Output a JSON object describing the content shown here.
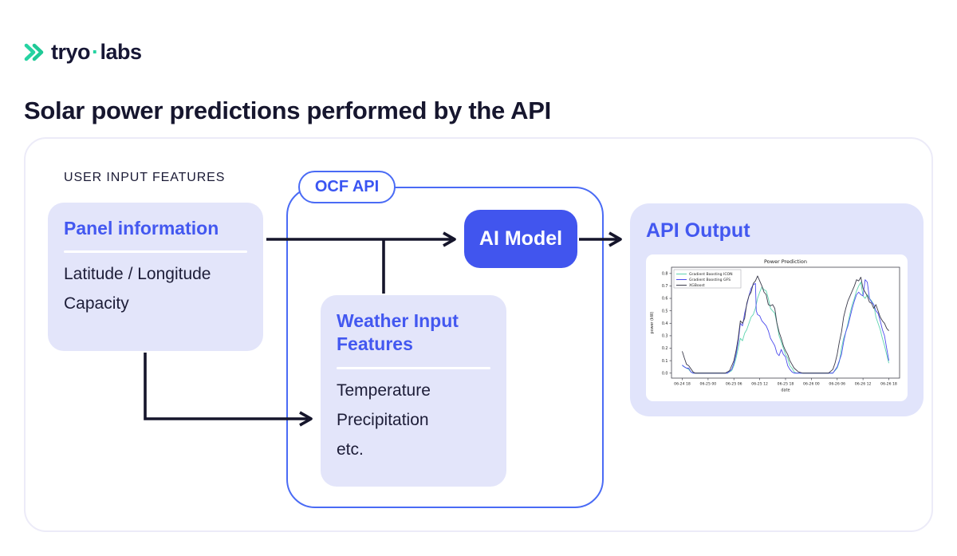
{
  "logo": {
    "part1": "tryo",
    "sep": "·",
    "part2": "labs",
    "icon": "double-chevron-icon"
  },
  "page_title": "Solar power predictions performed by the API",
  "colors": {
    "accent_blue": "#4358f0",
    "ai_model_bg": "#4155ee",
    "card_bg": "#e3e5fa",
    "api_card_bg": "#e1e4fb",
    "outline_blue": "#4a6bf5",
    "dark_text": "#16162e",
    "logo_teal": "#26d3a2",
    "arrow": "#15152b"
  },
  "diagram": {
    "section_label": "USER INPUT FEATURES",
    "panel_card": {
      "title": "Panel information",
      "items": [
        "Latitude / Longitude",
        "Capacity"
      ]
    },
    "ocf_api_label": "OCF API",
    "ai_model_label": "AI Model",
    "weather_card": {
      "title": "Weather Input Features",
      "items": [
        "Temperature",
        "Precipitation",
        "etc."
      ]
    },
    "api_output": {
      "title": "API Output"
    }
  },
  "chart_data": {
    "type": "line",
    "title": "Power Prediction",
    "xlabel": "date",
    "ylabel": "power (kW)",
    "x_tick_labels": [
      "06-24 18",
      "06-25 00",
      "06-25 06",
      "06-25 12",
      "06-25 18",
      "06-26 00",
      "06-26 06",
      "06-26 12",
      "06-26 18"
    ],
    "x_tick_positions": [
      0,
      6,
      12,
      18,
      24,
      30,
      36,
      42,
      48
    ],
    "xlim": [
      -2.5,
      50.5
    ],
    "ylim": [
      -0.04,
      0.85
    ],
    "y_ticks": [
      0.0,
      0.1,
      0.2,
      0.3,
      0.4,
      0.5,
      0.6,
      0.7,
      0.8
    ],
    "grid": false,
    "legend_position": "upper left",
    "series": [
      {
        "name": "Gradient Boosting ICON",
        "color": "#5fd4b0",
        "points": [
          [
            0,
            0.06
          ],
          [
            0.5,
            0.05
          ],
          [
            1,
            0.04
          ],
          [
            1.5,
            0.03
          ],
          [
            2,
            0.01
          ],
          [
            2.5,
            0
          ],
          [
            10.5,
            0
          ],
          [
            11.5,
            0.02
          ],
          [
            12,
            0.06
          ],
          [
            12.5,
            0.12
          ],
          [
            13,
            0.2
          ],
          [
            13.5,
            0.28
          ],
          [
            14,
            0.26
          ],
          [
            14.5,
            0.32
          ],
          [
            15,
            0.35
          ],
          [
            15.5,
            0.4
          ],
          [
            16,
            0.45
          ],
          [
            16.5,
            0.47
          ],
          [
            17,
            0.52
          ],
          [
            17.5,
            0.6
          ],
          [
            18,
            0.65
          ],
          [
            18.5,
            0.69
          ],
          [
            19,
            0.67
          ],
          [
            19.5,
            0.66
          ],
          [
            20,
            0.6
          ],
          [
            20.5,
            0.52
          ],
          [
            21,
            0.5
          ],
          [
            21.5,
            0.48
          ],
          [
            22,
            0.4
          ],
          [
            22.5,
            0.3
          ],
          [
            23,
            0.25
          ],
          [
            23.5,
            0.2
          ],
          [
            24,
            0.15
          ],
          [
            24.5,
            0.12
          ],
          [
            25,
            0.06
          ],
          [
            25.5,
            0.04
          ],
          [
            26,
            0.01
          ],
          [
            26.5,
            0
          ],
          [
            35,
            0
          ],
          [
            36,
            0.04
          ],
          [
            36.5,
            0.09
          ],
          [
            37,
            0.2
          ],
          [
            37.5,
            0.28
          ],
          [
            38,
            0.33
          ],
          [
            38.5,
            0.4
          ],
          [
            39,
            0.48
          ],
          [
            39.5,
            0.55
          ],
          [
            40,
            0.6
          ],
          [
            40.5,
            0.66
          ],
          [
            41,
            0.7
          ],
          [
            41.5,
            0.73
          ],
          [
            42,
            0.62
          ],
          [
            42.5,
            0.6
          ],
          [
            43,
            0.63
          ],
          [
            43.5,
            0.6
          ],
          [
            44,
            0.58
          ],
          [
            44.5,
            0.55
          ],
          [
            45,
            0.45
          ],
          [
            45.5,
            0.4
          ],
          [
            46,
            0.35
          ],
          [
            46.5,
            0.28
          ],
          [
            47,
            0.22
          ],
          [
            47.5,
            0.15
          ],
          [
            48,
            0.08
          ]
        ]
      },
      {
        "name": "Gradient Boosting GFS",
        "color": "#4b4bed",
        "points": [
          [
            0,
            0.065
          ],
          [
            0.5,
            0.05
          ],
          [
            1,
            0.04
          ],
          [
            1.5,
            0.04
          ],
          [
            2,
            0.01
          ],
          [
            2.5,
            0
          ],
          [
            10.5,
            0
          ],
          [
            11.5,
            0.03
          ],
          [
            12,
            0.08
          ],
          [
            12.5,
            0.15
          ],
          [
            13,
            0.25
          ],
          [
            13.5,
            0.4
          ],
          [
            14,
            0.38
          ],
          [
            14.5,
            0.48
          ],
          [
            15,
            0.55
          ],
          [
            15.5,
            0.62
          ],
          [
            16,
            0.68
          ],
          [
            16.5,
            0.71
          ],
          [
            17,
            0.72
          ],
          [
            17.2,
            0.5
          ],
          [
            17.5,
            0.47
          ],
          [
            18,
            0.46
          ],
          [
            18.5,
            0.42
          ],
          [
            19,
            0.4
          ],
          [
            19.5,
            0.38
          ],
          [
            20,
            0.34
          ],
          [
            20.5,
            0.28
          ],
          [
            21,
            0.25
          ],
          [
            21.5,
            0.22
          ],
          [
            22,
            0.16
          ],
          [
            22.5,
            0.14
          ],
          [
            23,
            0.19
          ],
          [
            23.5,
            0.15
          ],
          [
            24,
            0.13
          ],
          [
            24.5,
            0.06
          ],
          [
            25,
            0.03
          ],
          [
            25.5,
            0.01
          ],
          [
            26,
            0
          ],
          [
            35,
            0
          ],
          [
            36,
            0.05
          ],
          [
            36.5,
            0.1
          ],
          [
            37,
            0.15
          ],
          [
            37.5,
            0.25
          ],
          [
            38,
            0.33
          ],
          [
            38.5,
            0.38
          ],
          [
            39,
            0.45
          ],
          [
            39.5,
            0.52
          ],
          [
            40,
            0.58
          ],
          [
            40.5,
            0.63
          ],
          [
            41,
            0.65
          ],
          [
            41.5,
            0.63
          ],
          [
            42,
            0.62
          ],
          [
            42.5,
            0.75
          ],
          [
            43,
            0.73
          ],
          [
            43.5,
            0.6
          ],
          [
            44,
            0.57
          ],
          [
            44.5,
            0.55
          ],
          [
            45,
            0.5
          ],
          [
            45.5,
            0.48
          ],
          [
            46,
            0.42
          ],
          [
            46.5,
            0.35
          ],
          [
            47,
            0.3
          ],
          [
            47.5,
            0.2
          ],
          [
            48,
            0.1
          ]
        ]
      },
      {
        "name": "XGBoost",
        "color": "#3a3a4a",
        "points": [
          [
            0,
            0.175
          ],
          [
            0.5,
            0.12
          ],
          [
            1,
            0.07
          ],
          [
            1.5,
            0.06
          ],
          [
            2.5,
            0.01
          ],
          [
            3,
            0
          ],
          [
            10,
            0
          ],
          [
            11,
            0.02
          ],
          [
            12,
            0.1
          ],
          [
            12.5,
            0.18
          ],
          [
            13,
            0.28
          ],
          [
            13.5,
            0.42
          ],
          [
            14,
            0.4
          ],
          [
            14.5,
            0.44
          ],
          [
            15,
            0.56
          ],
          [
            15.5,
            0.62
          ],
          [
            16,
            0.65
          ],
          [
            16.5,
            0.72
          ],
          [
            17,
            0.74
          ],
          [
            17.5,
            0.78
          ],
          [
            18,
            0.74
          ],
          [
            18.5,
            0.7
          ],
          [
            19,
            0.65
          ],
          [
            19.5,
            0.63
          ],
          [
            20,
            0.55
          ],
          [
            20.5,
            0.54
          ],
          [
            21,
            0.55
          ],
          [
            21.5,
            0.52
          ],
          [
            22,
            0.4
          ],
          [
            22.5,
            0.33
          ],
          [
            23,
            0.28
          ],
          [
            23.5,
            0.22
          ],
          [
            24,
            0.18
          ],
          [
            24.5,
            0.15
          ],
          [
            25,
            0.1
          ],
          [
            25.5,
            0.07
          ],
          [
            26,
            0.04
          ],
          [
            27,
            0.01
          ],
          [
            28,
            0
          ],
          [
            34,
            0
          ],
          [
            35,
            0.03
          ],
          [
            35.5,
            0.08
          ],
          [
            36,
            0.15
          ],
          [
            36.5,
            0.25
          ],
          [
            37,
            0.33
          ],
          [
            37.5,
            0.45
          ],
          [
            38,
            0.52
          ],
          [
            38.5,
            0.58
          ],
          [
            39,
            0.62
          ],
          [
            39.5,
            0.66
          ],
          [
            40,
            0.7
          ],
          [
            40.5,
            0.75
          ],
          [
            41,
            0.74
          ],
          [
            41.5,
            0.77
          ],
          [
            42,
            0.68
          ],
          [
            42.5,
            0.65
          ],
          [
            43,
            0.62
          ],
          [
            43.5,
            0.57
          ],
          [
            44,
            0.56
          ],
          [
            44.5,
            0.52
          ],
          [
            45,
            0.55
          ],
          [
            45.5,
            0.5
          ],
          [
            46,
            0.45
          ],
          [
            46.5,
            0.42
          ],
          [
            47,
            0.4
          ],
          [
            47.5,
            0.36
          ],
          [
            48,
            0.34
          ]
        ]
      }
    ]
  }
}
